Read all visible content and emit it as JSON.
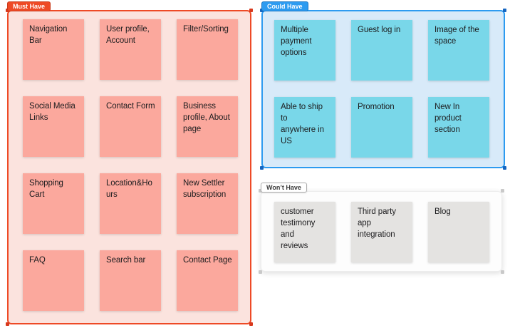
{
  "board": {
    "background_color": "#ffffff",
    "description_labels": {
      "must": "Must Have",
      "could": "Could Have",
      "wont": "Won’t Have"
    }
  },
  "sections": [
    {
      "label": "Must Have",
      "accent_color": "#EE4A26",
      "fill_color": "#FBE3DE",
      "note_color": "#FBA89D",
      "notes": [
        {
          "text": "Navigation\nBar"
        },
        {
          "text": "User profile,\nAccount"
        },
        {
          "text": "Filter/Sorting"
        },
        {
          "text": "Social Media\nLinks"
        },
        {
          "text": "Contact Form"
        },
        {
          "text": "Business\nprofile, About\npage"
        },
        {
          "text": "Shopping\nCart"
        },
        {
          "text": "Location&Ho\nurs"
        },
        {
          "text": "New Settler\nsubscription"
        },
        {
          "text": "FAQ"
        },
        {
          "text": "Search bar"
        },
        {
          "text": "Contact Page"
        }
      ]
    },
    {
      "label": "Could Have",
      "accent_color": "#2D9BF0",
      "fill_color": "#D8EAF9",
      "note_color": "#79D7E9",
      "notes": [
        {
          "text": "Multiple\npayment\noptions"
        },
        {
          "text": "Guest log in"
        },
        {
          "text": "Image of the\nspace"
        },
        {
          "text": "Able to ship to\nanywhere in\nUS"
        },
        {
          "text": "Promotion"
        },
        {
          "text": "New In\nproduct\nsection"
        }
      ]
    },
    {
      "label": "Won’t Have",
      "accent_color": "#B9B9B9",
      "fill_color": "#FDFDFD",
      "note_color": "#E4E3E1",
      "notes": [
        {
          "text": "customer\ntestimony and\nreviews"
        },
        {
          "text": "Third party\napp\nintegration"
        },
        {
          "text": "Blog"
        }
      ]
    }
  ]
}
